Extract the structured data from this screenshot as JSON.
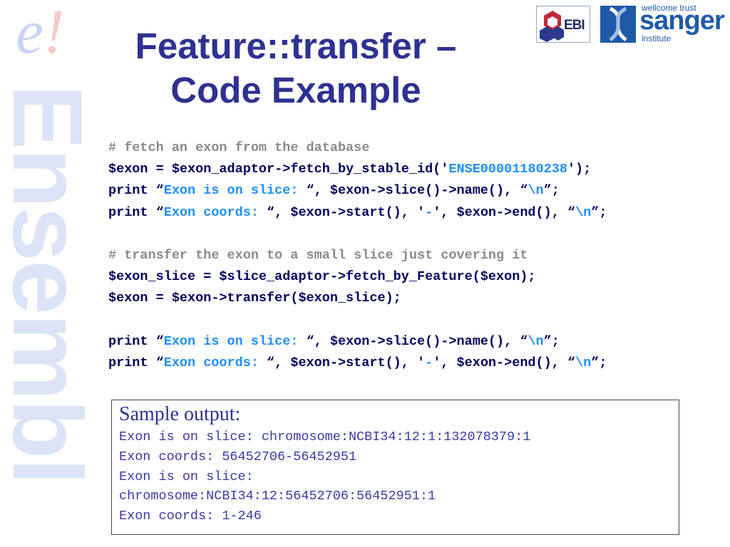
{
  "watermark": {
    "logo_e": "e",
    "logo_bang": "!",
    "word": "Ensembl"
  },
  "title": {
    "line1": "Feature::transfer –",
    "line2": "Code Example"
  },
  "logos": {
    "ebi": "EBI",
    "sanger_top": "wellcome trust",
    "sanger_name": "sanger",
    "sanger_bottom": "institute"
  },
  "code": {
    "lines": [
      [
        {
          "t": "# fetch an exon from the database",
          "c": "cm"
        }
      ],
      [
        {
          "t": "$exon = $exon_adaptor->fetch_by_stable_id('",
          "c": ""
        },
        {
          "t": "ENSE00001180238",
          "c": "st"
        },
        {
          "t": "');",
          "c": ""
        }
      ],
      [
        {
          "t": "print “",
          "c": ""
        },
        {
          "t": "Exon is on slice: ",
          "c": "st"
        },
        {
          "t": "“, $exon->slice()->name(), “",
          "c": ""
        },
        {
          "t": "\\n",
          "c": "st"
        },
        {
          "t": "”;",
          "c": ""
        }
      ],
      [
        {
          "t": "print “",
          "c": ""
        },
        {
          "t": "Exon coords: ",
          "c": "st"
        },
        {
          "t": "“, $exon->start(), '",
          "c": ""
        },
        {
          "t": "-",
          "c": "st"
        },
        {
          "t": "', $exon->end(), “",
          "c": ""
        },
        {
          "t": "\\n",
          "c": "st"
        },
        {
          "t": "”;",
          "c": ""
        }
      ],
      [],
      [
        {
          "t": "# transfer the exon to a small slice just covering it",
          "c": "cm"
        }
      ],
      [
        {
          "t": "$exon_slice = $slice_adaptor->fetch_by_Feature($exon);",
          "c": ""
        }
      ],
      [
        {
          "t": "$exon = $exon->transfer($exon_slice);",
          "c": ""
        }
      ],
      [],
      [
        {
          "t": "print “",
          "c": ""
        },
        {
          "t": "Exon is on slice: ",
          "c": "st"
        },
        {
          "t": "“, $exon->slice()->name(), “",
          "c": ""
        },
        {
          "t": "\\n",
          "c": "st"
        },
        {
          "t": "”;",
          "c": ""
        }
      ],
      [
        {
          "t": "print “",
          "c": ""
        },
        {
          "t": "Exon coords: ",
          "c": "st"
        },
        {
          "t": "“, $exon->start(), '",
          "c": ""
        },
        {
          "t": "-",
          "c": "st"
        },
        {
          "t": "', $exon->end(), “",
          "c": ""
        },
        {
          "t": "\\n",
          "c": "st"
        },
        {
          "t": "”;",
          "c": ""
        }
      ]
    ]
  },
  "output": {
    "title": "Sample output:",
    "lines": [
      "Exon is on slice: chromosome:NCBI34:12:1:132078379:1",
      "Exon coords: 56452706-56452951",
      "Exon is on slice:",
      "chromosome:NCBI34:12:56452706:56452951:1",
      "Exon coords: 1-246"
    ]
  },
  "colors": {
    "title": "#2e3192",
    "code_text": "#000060",
    "code_comment": "#8a8a8a",
    "code_string": "#1e8fff",
    "output_text": "#3a3aa8"
  }
}
